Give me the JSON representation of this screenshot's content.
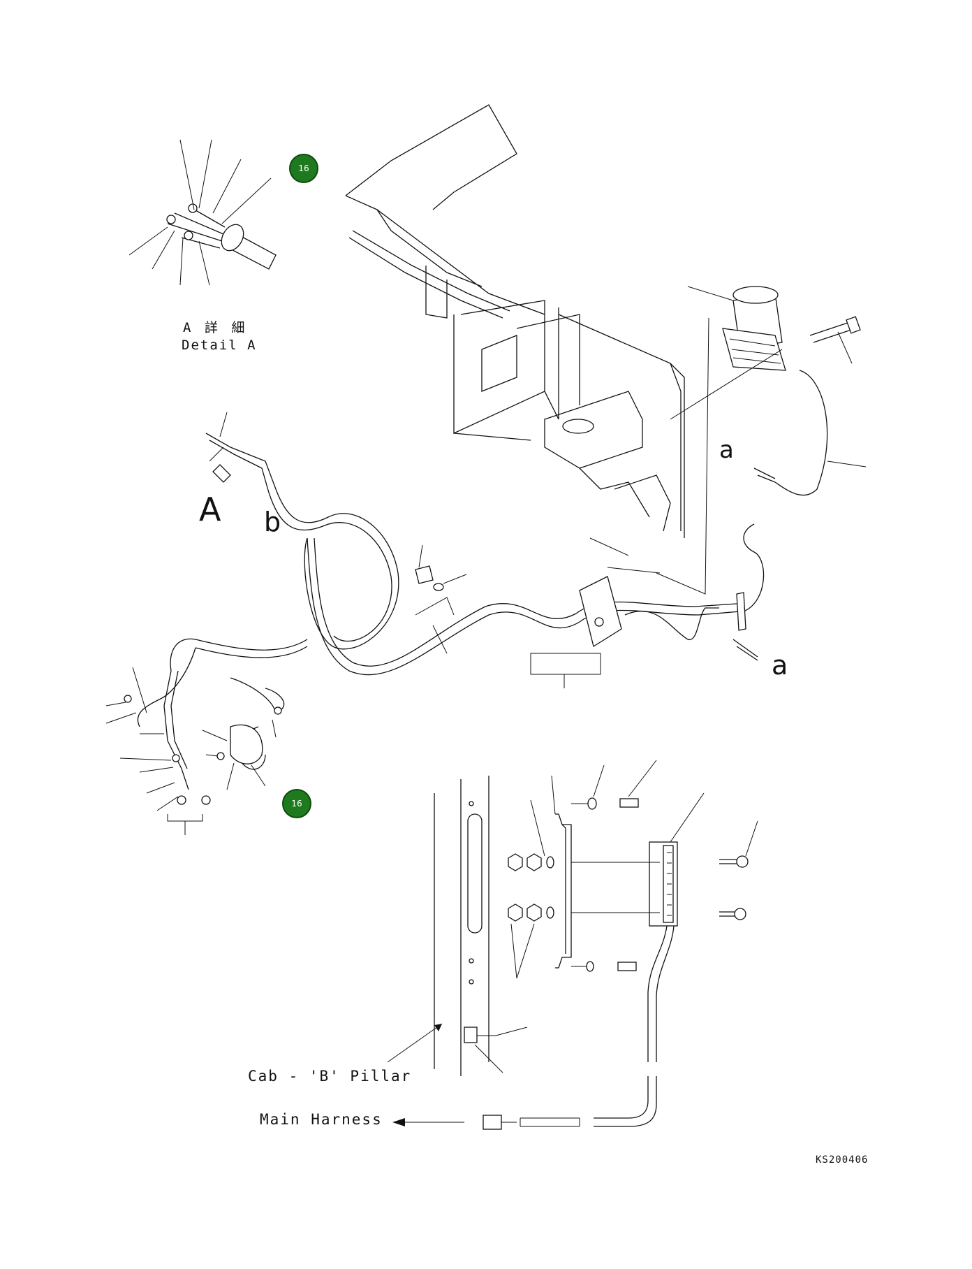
{
  "diagram": {
    "detail_a_label_jp": "A 詳 細",
    "detail_a_label_en": "Detail A",
    "callout_big_A": "A",
    "callout_b": "b",
    "callout_a_top": "a",
    "callout_a_bottom": "a",
    "badge_top": "16",
    "badge_bottom": "16",
    "cab_pillar_label": "Cab - 'B' Pillar",
    "main_harness_label": "Main Harness",
    "drawing_number": "KS200406",
    "colors": {
      "badge": "#1f7a1f",
      "ink": "#111111",
      "background": "#ffffff"
    }
  }
}
